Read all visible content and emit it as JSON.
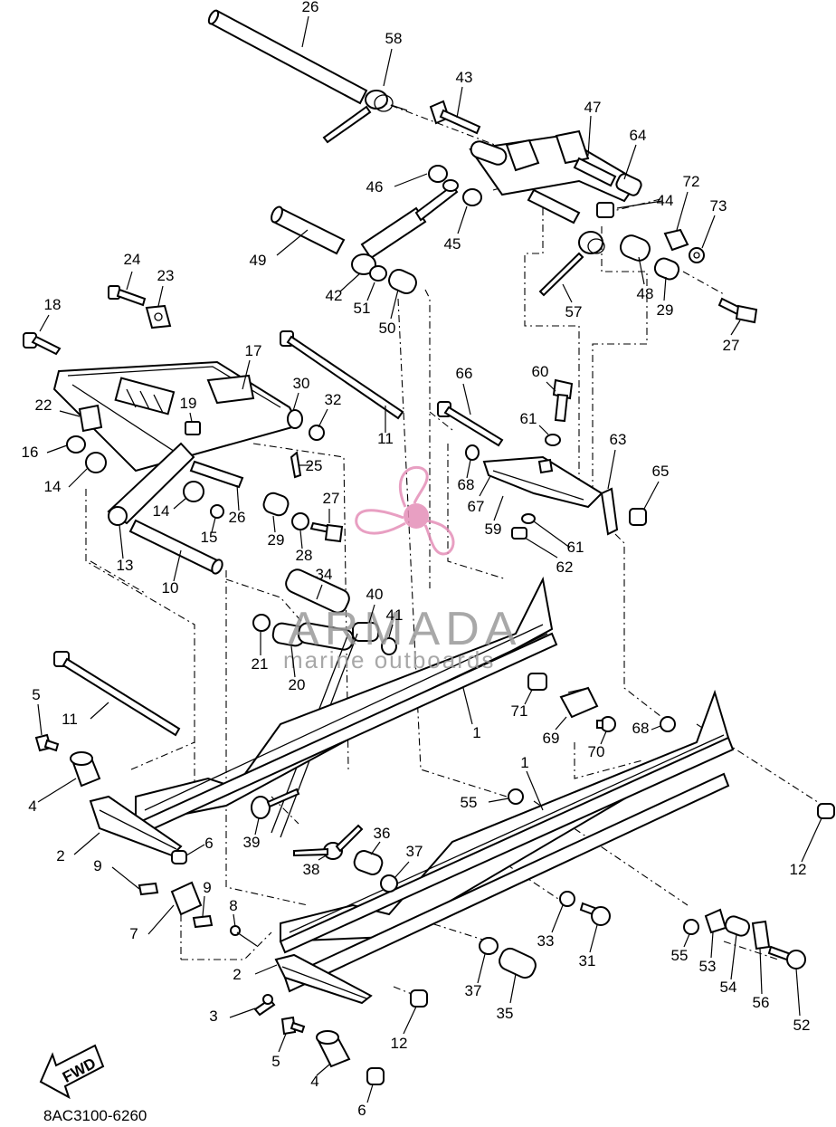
{
  "diagram": {
    "code": "8AC3100-6260",
    "fwd_label": "FWD",
    "watermark": {
      "brand": "ARMADA",
      "tagline": "marine outboards",
      "logo_color": "#e58fb8"
    },
    "callouts": [
      {
        "id": "c26a",
        "text": "26"
      },
      {
        "id": "c58",
        "text": "58"
      },
      {
        "id": "c43",
        "text": "43"
      },
      {
        "id": "c47",
        "text": "47"
      },
      {
        "id": "c64",
        "text": "64"
      },
      {
        "id": "c46",
        "text": "46"
      },
      {
        "id": "c45",
        "text": "45"
      },
      {
        "id": "c44",
        "text": "44"
      },
      {
        "id": "c72",
        "text": "72"
      },
      {
        "id": "c73",
        "text": "73"
      },
      {
        "id": "c49",
        "text": "49"
      },
      {
        "id": "c42",
        "text": "42"
      },
      {
        "id": "c51",
        "text": "51"
      },
      {
        "id": "c50",
        "text": "50"
      },
      {
        "id": "c48",
        "text": "48"
      },
      {
        "id": "c29a",
        "text": "29"
      },
      {
        "id": "c57",
        "text": "57"
      },
      {
        "id": "c27a",
        "text": "27"
      },
      {
        "id": "c24",
        "text": "24"
      },
      {
        "id": "c23",
        "text": "23"
      },
      {
        "id": "c18",
        "text": "18"
      },
      {
        "id": "c17",
        "text": "17"
      },
      {
        "id": "c30",
        "text": "30"
      },
      {
        "id": "c32",
        "text": "32"
      },
      {
        "id": "c11a",
        "text": "11"
      },
      {
        "id": "c66",
        "text": "66"
      },
      {
        "id": "c60",
        "text": "60"
      },
      {
        "id": "c61a",
        "text": "61"
      },
      {
        "id": "c63",
        "text": "63"
      },
      {
        "id": "c22",
        "text": "22"
      },
      {
        "id": "c19",
        "text": "19"
      },
      {
        "id": "c16",
        "text": "16"
      },
      {
        "id": "c25",
        "text": "25"
      },
      {
        "id": "c68a",
        "text": "68"
      },
      {
        "id": "c65",
        "text": "65"
      },
      {
        "id": "c14a",
        "text": "14"
      },
      {
        "id": "c14b",
        "text": "14"
      },
      {
        "id": "c26b",
        "text": "26"
      },
      {
        "id": "c27b",
        "text": "27"
      },
      {
        "id": "c67",
        "text": "67"
      },
      {
        "id": "c59",
        "text": "59"
      },
      {
        "id": "c61b",
        "text": "61"
      },
      {
        "id": "c15",
        "text": "15"
      },
      {
        "id": "c29b",
        "text": "29"
      },
      {
        "id": "c28",
        "text": "28"
      },
      {
        "id": "c62",
        "text": "62"
      },
      {
        "id": "c13",
        "text": "13"
      },
      {
        "id": "c10",
        "text": "10"
      },
      {
        "id": "c34",
        "text": "34"
      },
      {
        "id": "c40",
        "text": "40"
      },
      {
        "id": "c41",
        "text": "41"
      },
      {
        "id": "c21",
        "text": "21"
      },
      {
        "id": "c20",
        "text": "20"
      },
      {
        "id": "c5a",
        "text": "5"
      },
      {
        "id": "c11b",
        "text": "11"
      },
      {
        "id": "c71",
        "text": "71"
      },
      {
        "id": "c1a",
        "text": "1"
      },
      {
        "id": "c69",
        "text": "69"
      },
      {
        "id": "c68b",
        "text": "68"
      },
      {
        "id": "c70",
        "text": "70"
      },
      {
        "id": "c4a",
        "text": "4"
      },
      {
        "id": "c1b",
        "text": "1"
      },
      {
        "id": "c55a",
        "text": "55"
      },
      {
        "id": "c6a",
        "text": "6"
      },
      {
        "id": "c2a",
        "text": "2"
      },
      {
        "id": "c39",
        "text": "39"
      },
      {
        "id": "c12a",
        "text": "12"
      },
      {
        "id": "c36",
        "text": "36"
      },
      {
        "id": "c37a",
        "text": "37"
      },
      {
        "id": "c9a",
        "text": "9"
      },
      {
        "id": "c9b",
        "text": "9"
      },
      {
        "id": "c38",
        "text": "38"
      },
      {
        "id": "c8",
        "text": "8"
      },
      {
        "id": "c7",
        "text": "7"
      },
      {
        "id": "c33",
        "text": "33"
      },
      {
        "id": "c31",
        "text": "31"
      },
      {
        "id": "c55b",
        "text": "55"
      },
      {
        "id": "c53",
        "text": "53"
      },
      {
        "id": "c2b",
        "text": "2"
      },
      {
        "id": "c37b",
        "text": "37"
      },
      {
        "id": "c54",
        "text": "54"
      },
      {
        "id": "c3",
        "text": "3"
      },
      {
        "id": "c35",
        "text": "35"
      },
      {
        "id": "c56",
        "text": "56"
      },
      {
        "id": "c52",
        "text": "52"
      },
      {
        "id": "c12b",
        "text": "12"
      },
      {
        "id": "c5b",
        "text": "5"
      },
      {
        "id": "c4b",
        "text": "4"
      },
      {
        "id": "c6b",
        "text": "6"
      }
    ]
  }
}
